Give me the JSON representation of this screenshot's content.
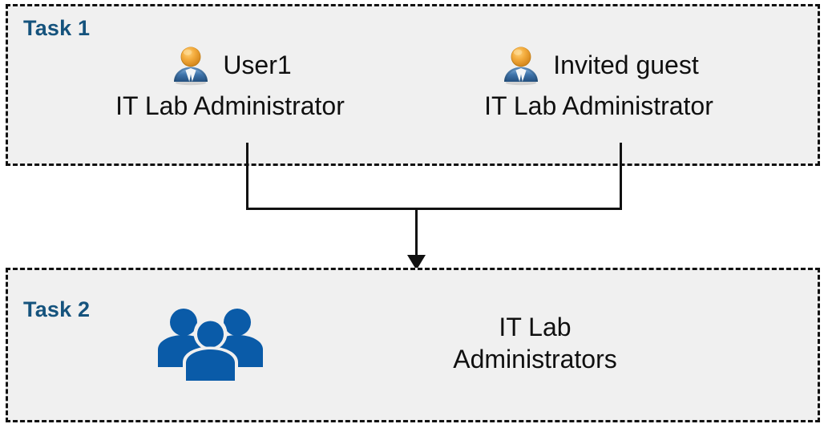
{
  "diagram": {
    "background_color": "#ffffff",
    "box_fill_color": "#f0f0f0",
    "box_border_color": "#111111",
    "accent_color": "#15537d",
    "group_icon_color": "#0a5ba8",
    "connector_color": "#111111"
  },
  "task1": {
    "label": "Task 1",
    "members": [
      {
        "icon": "single-user-icon",
        "name": "User1",
        "role": "IT Lab Administrator"
      },
      {
        "icon": "single-user-icon",
        "name": "Invited guest",
        "role": "IT Lab Administrator"
      }
    ]
  },
  "task2": {
    "label": "Task 2",
    "group": {
      "icon": "user-group-icon",
      "name": "IT Lab\nAdministrators"
    }
  },
  "connector": {
    "type": "merge-arrow",
    "from": [
      "User1",
      "Invited guest"
    ],
    "to": "IT Lab Administrators",
    "arrow_head": "filled-triangle-down"
  }
}
